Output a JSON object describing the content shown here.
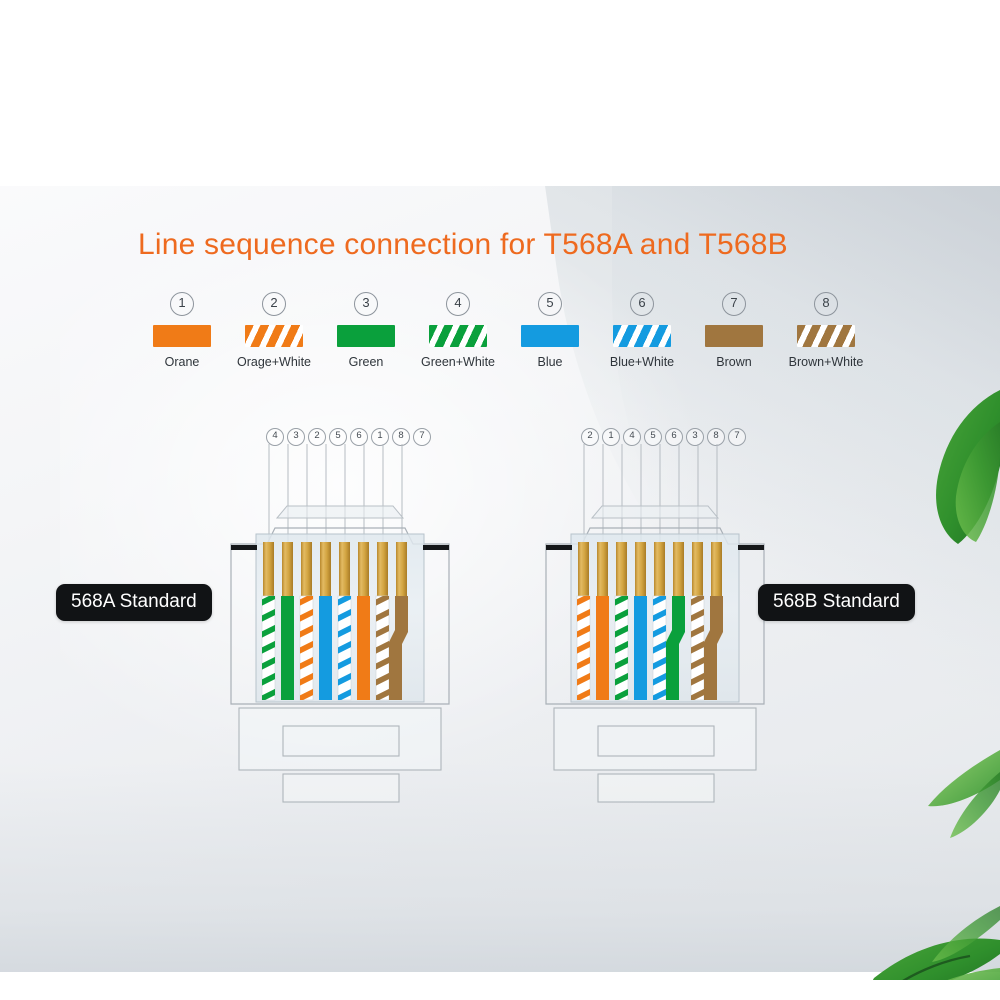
{
  "title": "Line sequence connection for T568A and T568B",
  "colors": {
    "title_orange": "#ee6a1f",
    "orange": "#f07b17",
    "green": "#0aa03c",
    "blue": "#149be0",
    "brown": "#a0763f",
    "white": "#ffffff",
    "gold_pin": "#d4a843",
    "badge_bg": "#111315"
  },
  "legend": {
    "items": [
      {
        "num": "1",
        "label": "Orane",
        "type": "solid",
        "color": "#f07b17"
      },
      {
        "num": "2",
        "label": "Orage+White",
        "type": "striped",
        "color": "#f07b17"
      },
      {
        "num": "3",
        "label": "Green",
        "type": "solid",
        "color": "#0aa03c"
      },
      {
        "num": "4",
        "label": "Green+White",
        "type": "striped",
        "color": "#0aa03c"
      },
      {
        "num": "5",
        "label": "Blue",
        "type": "solid",
        "color": "#149be0"
      },
      {
        "num": "6",
        "label": "Blue+White",
        "type": "striped",
        "color": "#149be0"
      },
      {
        "num": "7",
        "label": "Brown",
        "type": "solid",
        "color": "#a0763f"
      },
      {
        "num": "8",
        "label": "Brown+White",
        "type": "striped",
        "color": "#a0763f"
      }
    ]
  },
  "connectors": [
    {
      "id": "568a",
      "badge": "568A Standard",
      "badge_side": "left",
      "pin_numbers": [
        "4",
        "3",
        "2",
        "5",
        "6",
        "1",
        "8",
        "7"
      ],
      "wires": [
        {
          "pin": "1",
          "type": "striped",
          "color": "#0aa03c",
          "name": "green-white"
        },
        {
          "pin": "2",
          "type": "solid",
          "color": "#0aa03c",
          "name": "green"
        },
        {
          "pin": "3",
          "type": "striped",
          "color": "#f07b17",
          "name": "orange-white"
        },
        {
          "pin": "4",
          "type": "solid",
          "color": "#149be0",
          "name": "blue"
        },
        {
          "pin": "5",
          "type": "striped",
          "color": "#149be0",
          "name": "blue-white"
        },
        {
          "pin": "6",
          "type": "solid",
          "color": "#f07b17",
          "name": "orange"
        },
        {
          "pin": "7",
          "type": "striped",
          "color": "#a0763f",
          "name": "brown-white"
        },
        {
          "pin": "8",
          "type": "solid",
          "color": "#a0763f",
          "name": "brown"
        }
      ]
    },
    {
      "id": "568b",
      "badge": "568B Standard",
      "badge_side": "right",
      "pin_numbers": [
        "2",
        "1",
        "4",
        "5",
        "6",
        "3",
        "8",
        "7"
      ],
      "wires": [
        {
          "pin": "1",
          "type": "striped",
          "color": "#f07b17",
          "name": "orange-white"
        },
        {
          "pin": "2",
          "type": "solid",
          "color": "#f07b17",
          "name": "orange"
        },
        {
          "pin": "3",
          "type": "striped",
          "color": "#0aa03c",
          "name": "green-white"
        },
        {
          "pin": "4",
          "type": "solid",
          "color": "#149be0",
          "name": "blue"
        },
        {
          "pin": "5",
          "type": "striped",
          "color": "#149be0",
          "name": "blue-white"
        },
        {
          "pin": "6",
          "type": "solid",
          "color": "#0aa03c",
          "name": "green"
        },
        {
          "pin": "7",
          "type": "striped",
          "color": "#a0763f",
          "name": "brown-white"
        },
        {
          "pin": "8",
          "type": "solid",
          "color": "#a0763f",
          "name": "brown"
        }
      ]
    }
  ]
}
